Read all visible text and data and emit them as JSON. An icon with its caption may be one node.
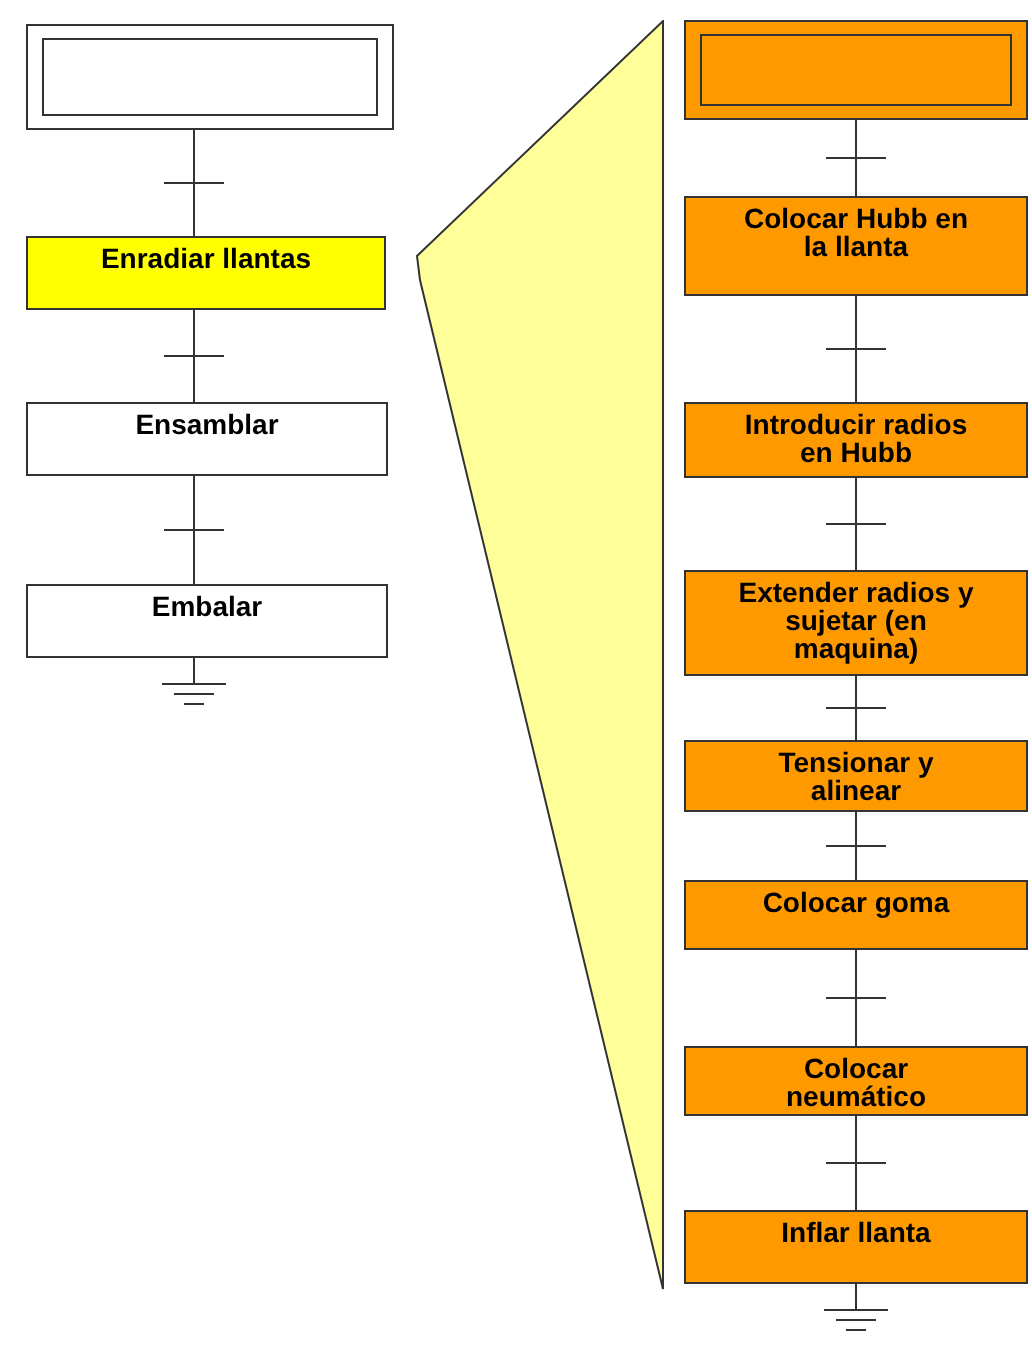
{
  "diagram": {
    "nodes": [
      {
        "text": [],
        "shape": "box"
      },
      {
        "text": [
          "Enradiar llantas"
        ]
      },
      {
        "text": [
          "Ensamblar"
        ]
      },
      {
        "text": [
          "Embalar"
        ]
      },
      {
        "text": [],
        "shape": "box"
      },
      {
        "text": [
          "Colocar Hubb en la llanta"
        ]
      },
      {
        "text": [
          "Introducir radios en Hubb"
        ]
      },
      {
        "text": [
          "Extender radios y sujetar (en maquina)"
        ]
      },
      {
        "text": [
          "Tensionar y alinear"
        ]
      },
      {
        "text": [
          "Colocar goma"
        ]
      },
      {
        "text": [
          "Colocar neumático"
        ]
      },
      {
        "text": [
          "Inflar llanta"
        ]
      },
      {
        "text": [],
        "shape": "triangle"
      }
    ],
    "edges": [
      {
        "from": 0,
        "to": 1,
        "arrow": "none"
      },
      {
        "from": 1,
        "to": 2,
        "arrow": "none"
      },
      {
        "from": 2,
        "to": 3,
        "arrow": "none"
      },
      {
        "from": 3,
        "to": null,
        "arrow": "none"
      },
      {
        "from": 4,
        "to": 5,
        "arrow": "none"
      },
      {
        "from": 5,
        "to": 6,
        "arrow": "none"
      },
      {
        "from": 6,
        "to": 7,
        "arrow": "none"
      },
      {
        "from": 7,
        "to": 8,
        "arrow": "none"
      },
      {
        "from": 8,
        "to": 9,
        "arrow": "none"
      },
      {
        "from": 9,
        "to": 10,
        "arrow": "none"
      },
      {
        "from": 10,
        "to": 11,
        "arrow": "none"
      },
      {
        "from": 11,
        "to": null,
        "arrow": "none"
      }
    ]
  }
}
